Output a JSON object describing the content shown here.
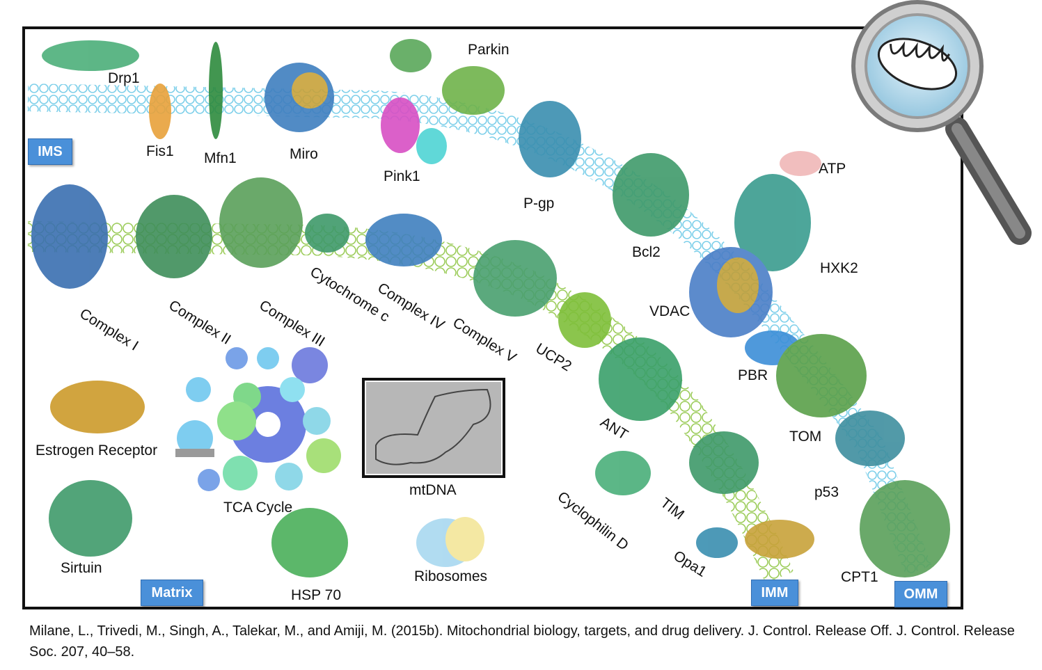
{
  "labels": {
    "drp1": "Drp1",
    "fis1": "Fis1",
    "mfn1": "Mfn1",
    "miro": "Miro",
    "pink1": "Pink1",
    "parkin": "Parkin",
    "pgp": "P-gp",
    "bcl2": "Bcl2",
    "atp": "ATP",
    "hxk2": "HXK2",
    "vdac": "VDAC",
    "pbr": "PBR",
    "tom": "TOM",
    "p53": "p53",
    "cpt1": "CPT1",
    "complex1": "Complex I",
    "complex2": "Complex II",
    "complex3": "Complex III",
    "cytc": "Cytochrome c",
    "complex4": "Complex IV",
    "complex5": "Complex V",
    "ucp2": "UCP2",
    "ant": "ANT",
    "cypd": "Cyclophilin D",
    "tim": "TIM",
    "opa1": "Opa1",
    "estrogen": "Estrogen Receptor",
    "tca": "TCA Cycle",
    "mtdna": "mtDNA",
    "sirtuin": "Sirtuin",
    "hsp70": "HSP 70",
    "ribosomes": "Ribosomes"
  },
  "badges": {
    "ims": "IMS",
    "matrix": "Matrix",
    "imm": "IMM",
    "omm": "OMM"
  },
  "caption": "Milane, L., Trivedi, M., Singh, A., Talekar, M., and Amiji, M. (2015b). Mitochondrial biology, targets, and drug delivery. J. Control. Release Off. J. Control. Release Soc. 207, 40–58.",
  "colors": {
    "outer_membrane": "#7fd0ea",
    "inner_membrane": "#9ccc5a",
    "badge": "#4a90d9",
    "frame": "#111111"
  },
  "icons": [
    "magnifier-mitochondrion-icon"
  ]
}
